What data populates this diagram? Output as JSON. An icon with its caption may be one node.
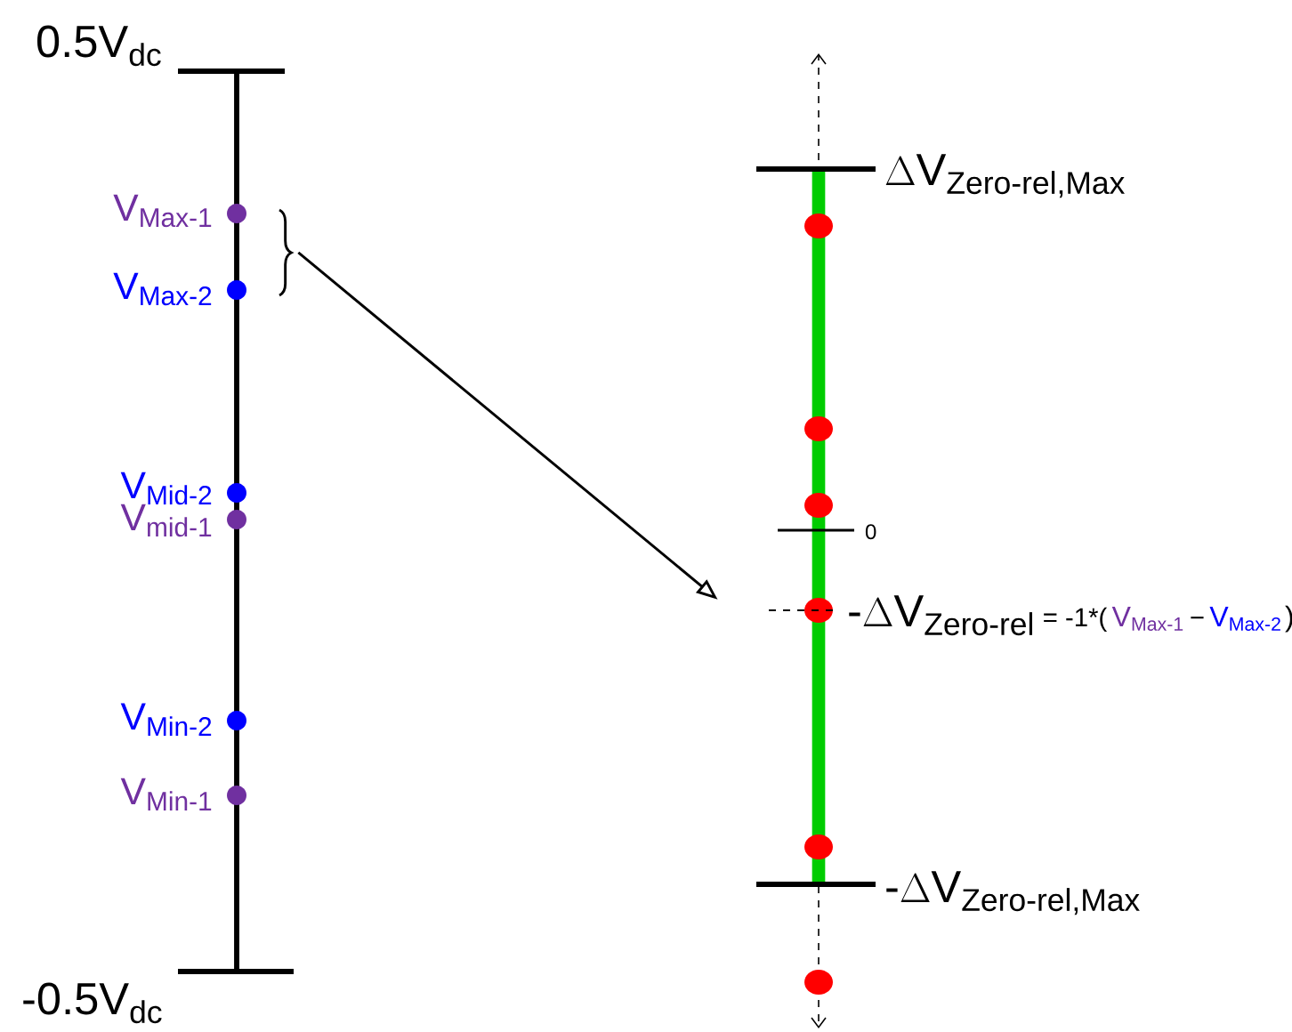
{
  "diagram": {
    "nodes": [
      {
        "text": [],
        "shape": "bracket"
      },
      {
        "text": [],
        "shape": "line"
      }
    ],
    "edges": [
      {
        "from": 0,
        "to": 1,
        "arrow": "to"
      }
    ],
    "labels": [
      "\\text{0.5V}_{\\text{dc}}",
      "\\text{V}_{\\text{Max-1}}",
      "\\text{V}_{\\text{Max-2}}",
      "\\text{V}_{\\text{Mid-2}}",
      "\\text{V}_{\\text{mid-1}}",
      "\\text{V}_{\\text{Min-2}}",
      "\\text{V}_{\\text{Min-1}}",
      "\\text{-0.5V}_{\\text{dc}}",
      "\\Delta\\text{V}_{\\text{Zero-rel,Max}}",
      "0",
      "\\text{-}\\Delta\\text{V}_{\\text{Zero-rel}}",
      "= -1*(",
      "\\text{V}_{\\text{Max-1}}",
      "−",
      "\\text{V}_{\\text{Max-2}}",
      ")",
      "\\text{-}\\Delta\\text{V}_{\\text{Zero-rel,Max}}"
    ]
  }
}
